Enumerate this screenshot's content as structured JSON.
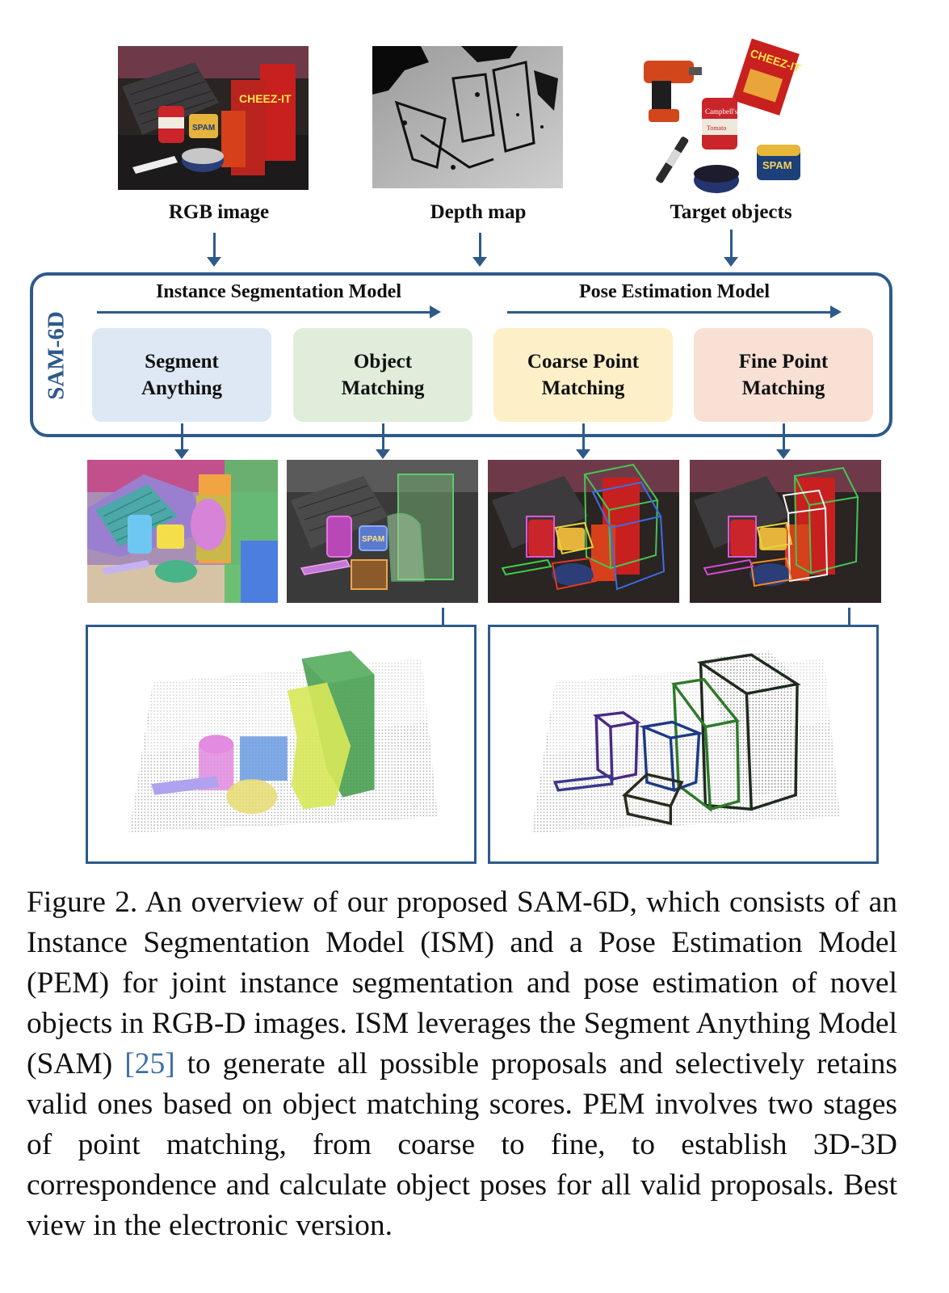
{
  "inputs": [
    {
      "label": "RGB image"
    },
    {
      "label": "Depth map"
    },
    {
      "label": "Target objects"
    }
  ],
  "framework": {
    "name": "SAM-6D",
    "ism_title": "Instance Segmentation Model",
    "pem_title": "Pose Estimation Model",
    "modules": [
      {
        "label": "Segment Anything",
        "color": "#dde8f4"
      },
      {
        "label": "Object Matching",
        "color": "#e0edda"
      },
      {
        "label": "Coarse Point Matching",
        "color": "#fdf0c8"
      },
      {
        "label": "Fine Point Matching",
        "color": "#f8e0d4"
      }
    ]
  },
  "photo_text": {
    "cheezit": "CHEEZ-IT",
    "spam": "SPAM",
    "campbells": "Campbell's",
    "tomato": "Tomato"
  },
  "colors": {
    "accent": "#2e5a8a",
    "citation": "#3f6fa5"
  },
  "caption": {
    "before_cite": "Figure 2. An overview of our proposed SAM-6D, which consists of an Instance Segmentation Model (ISM) and a Pose Estimation Model (PEM) for joint instance segmentation and pose estimation of novel objects in RGB-D images. ISM leverages the Segment Anything Model (SAM) ",
    "cite": "[25]",
    "after_cite": " to generate all possible proposals and selectively retains valid ones based on object matching scores. PEM involves two stages of point matching, from coarse to fine, to establish 3D-3D correspondence and calculate object poses for all valid proposals. Best view in the electronic version."
  }
}
